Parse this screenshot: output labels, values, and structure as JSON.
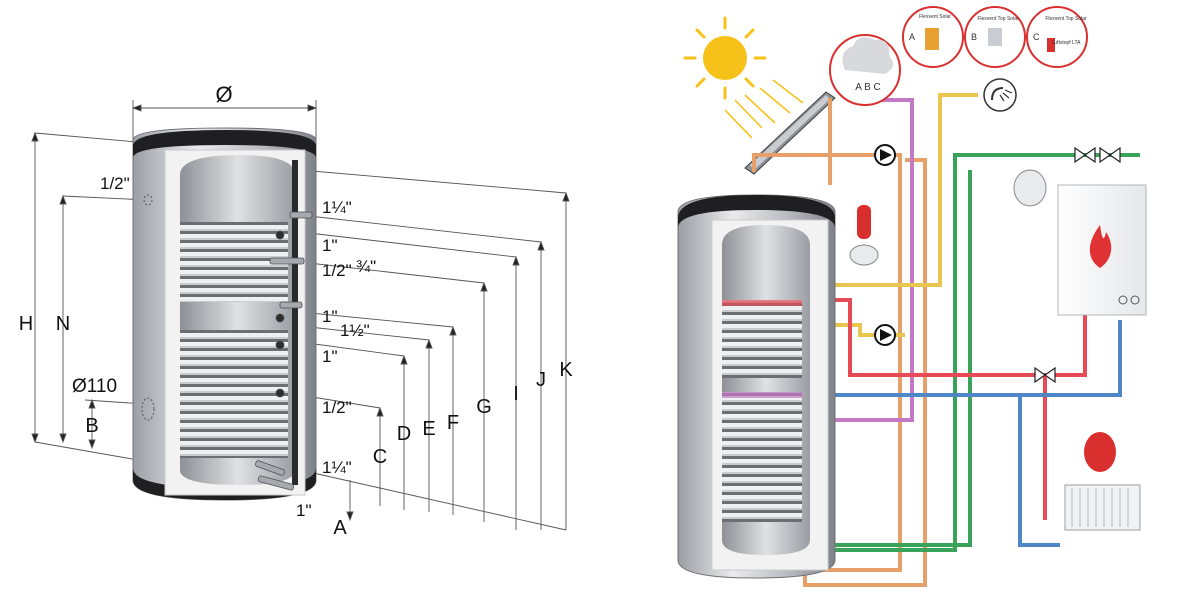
{
  "left_diagram": {
    "diameter_label": "Ø",
    "vertical_dims": [
      "H",
      "N",
      "B",
      "A",
      "C",
      "D",
      "E",
      "F",
      "G",
      "I",
      "J",
      "K"
    ],
    "pipe_sizes": {
      "top_half": "1/2\"",
      "top_connection": "1¼\"",
      "coil1_in": "1\"",
      "sensor1": "1/2\"",
      "coil1_out": "¾\"",
      "coil2_in": "1\"",
      "mid_conn": "1½\"",
      "coil2_out": "1\"",
      "sensor2": "1/2\"",
      "bottom_conn": "1¼\"",
      "drain": "1\""
    },
    "flange_label": "Ø110"
  },
  "right_diagram": {
    "callouts": {
      "cloud_label": "A B C",
      "a_letter": "A",
      "a_text": "Flexvent Solar",
      "b_letter": "B",
      "b_text": "Flexvent Top Solar",
      "c_letter": "C",
      "c_text": "Flexvent Top Solar",
      "c_text2": "Luftstopf LTA"
    },
    "pipe_colors": {
      "hot": "#e64b55",
      "cold": "#4f86c6",
      "solar": "#e8a06a",
      "sanitary": "#3aa35a",
      "recirc": "#c479c6",
      "yellow": "#e8c64f"
    }
  }
}
